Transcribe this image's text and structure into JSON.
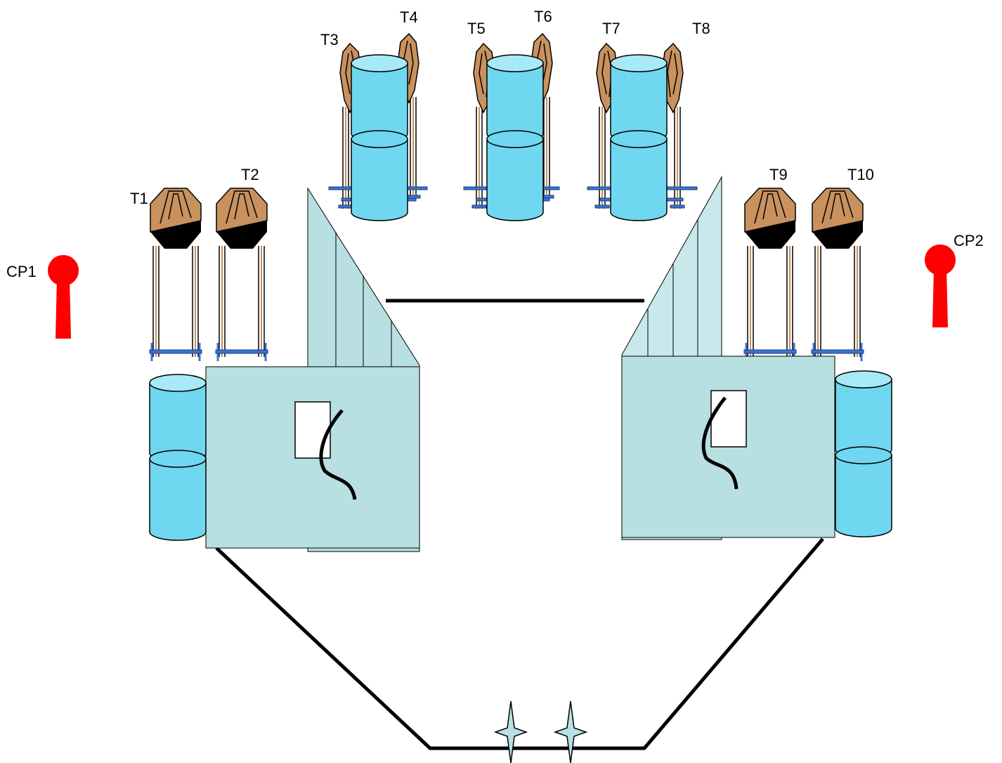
{
  "diagram": {
    "colors": {
      "target_face": "#c8915e",
      "target_dark": "#000000",
      "stand_blue": "#3a73d8",
      "barrel_fill": "#6fd7ef",
      "barrel_top": "#a8e9f7",
      "wall_fill": "#b8dfe2",
      "wall_fill_right": "#c9e8eb",
      "marker_red": "#ff0000",
      "star_fill": "#b6e0e4"
    },
    "labels": {
      "t1": "T1",
      "t2": "T2",
      "t3": "T3",
      "t4": "T4",
      "t5": "T5",
      "t6": "T6",
      "t7": "T7",
      "t8": "T8",
      "t9": "T9",
      "t10": "T10",
      "cp1": "CP1",
      "cp2": "CP2"
    }
  }
}
